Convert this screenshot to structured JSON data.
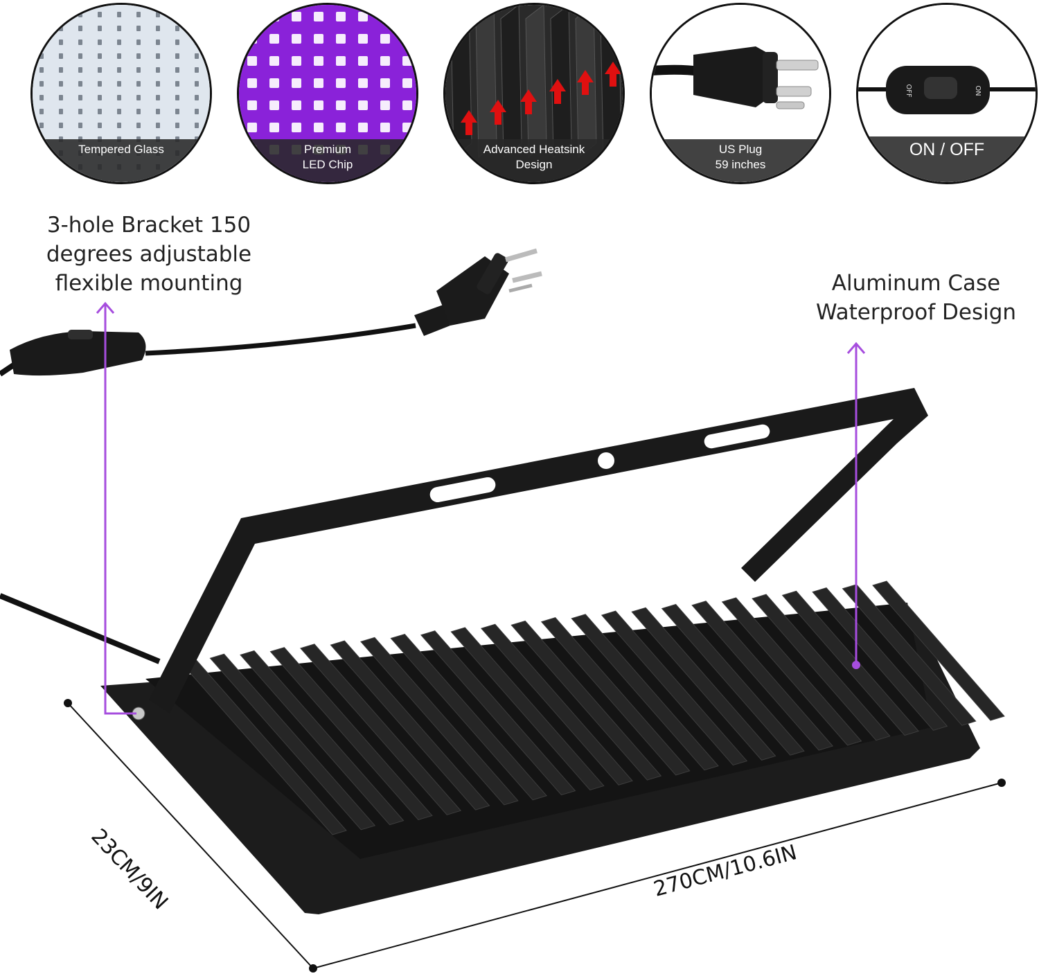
{
  "features": [
    {
      "name": "tempered-glass",
      "lines": [
        "Tempered Glass"
      ]
    },
    {
      "name": "led-chip",
      "lines": [
        "Premium",
        "LED Chip"
      ]
    },
    {
      "name": "heatsink",
      "lines": [
        "Advanced Heatsink",
        "Design"
      ]
    },
    {
      "name": "us-plug",
      "lines": [
        "US Plug",
        "59 inches"
      ]
    },
    {
      "name": "switch",
      "lines": [
        "ON / OFF"
      ],
      "switch_labels": {
        "off": "OFF",
        "on": "ON"
      }
    }
  ],
  "callouts": {
    "bracket": [
      "3-hole Bracket 150",
      "degrees adjustable",
      "flexible mounting"
    ],
    "case": [
      "Aluminum Case",
      "Waterproof Design"
    ]
  },
  "dimensions": {
    "depth": "23CM/9IN",
    "width": "270CM/10.6IN"
  },
  "colors": {
    "accent": "#a64dde",
    "product": "#1c1c1c",
    "uv": "#9b30ff",
    "heat_arrow": "#e01010"
  }
}
